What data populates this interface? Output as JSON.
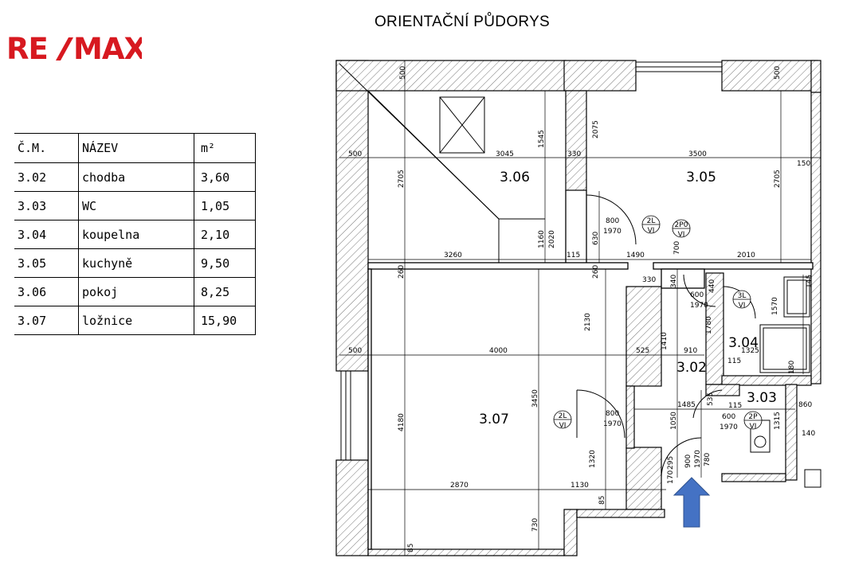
{
  "title": "ORIENTAČNÍ PŮDORYS",
  "logo": {
    "text_left": "RE",
    "text_right": "MAX",
    "color": "#d71920"
  },
  "rooms_table": {
    "headers": [
      "Č.M.",
      "NÁZEV",
      "m²"
    ],
    "rows": [
      [
        "3.02",
        "chodba",
        "3,60"
      ],
      [
        "3.03",
        "WC",
        "1,05"
      ],
      [
        "3.04",
        "koupelna",
        "2,10"
      ],
      [
        "3.05",
        "kuchyně",
        "9,50"
      ],
      [
        "3.06",
        "pokoj",
        "8,25"
      ],
      [
        "3.07",
        "ložnice",
        "15,90"
      ]
    ]
  },
  "plan": {
    "room_labels": [
      "3.06",
      "3.05",
      "3.07",
      "3.02",
      "3.04",
      "3.03"
    ],
    "dimensions": {
      "d500_a": "500",
      "d500_b": "500",
      "d500_c": "500",
      "d500_d": "500",
      "d3045": "3045",
      "d330": "330",
      "d3500": "3500",
      "d150": "150",
      "d1545": "1545",
      "d2075": "2075",
      "d2705_a": "2705",
      "d2705_b": "2705",
      "d3260": "3260",
      "d115": "115",
      "d1490": "1490",
      "d700": "700",
      "d2010": "2010",
      "d1160": "1160",
      "d2020": "2020",
      "d630": "630",
      "d260_a": "260",
      "d260_b": "260",
      "d330_b": "330",
      "d340": "340",
      "d600_a": "600",
      "d440": "440",
      "d1970_a": "1970",
      "d145": "145",
      "d1570": "1570",
      "d4000": "4000",
      "d2130": "2130",
      "d525": "525",
      "d910": "910",
      "d1410": "1410",
      "d1780": "1780",
      "d1325": "1325",
      "d115_b": "115",
      "d180": "180",
      "d4180": "4180",
      "d3450": "3450",
      "d1485": "1485",
      "d535": "535",
      "d115_c": "115",
      "d860": "860",
      "d1050": "1050",
      "d600_b": "600",
      "d1970_b": "1970",
      "d1315": "1315",
      "d140": "140",
      "d1320": "1320",
      "d900": "900",
      "d1970_c": "1970",
      "d780": "780",
      "d295": "295",
      "d170": "170",
      "d2870": "2870",
      "d1130": "1130",
      "d85_a": "85",
      "d730": "730",
      "d85_b": "85",
      "d800_a": "800",
      "d1970_d": "1970",
      "d800_b": "800",
      "d1970_e": "1970"
    },
    "door_tags": [
      {
        "top": "2L",
        "bottom": "VI"
      },
      {
        "top": "2P0",
        "bottom": "VI"
      },
      {
        "top": "3L",
        "bottom": "VI"
      },
      {
        "top": "2L",
        "bottom": "VI"
      },
      {
        "top": "2P",
        "bottom": "VI"
      }
    ],
    "entrance_arrow_color": "#4472c4"
  }
}
